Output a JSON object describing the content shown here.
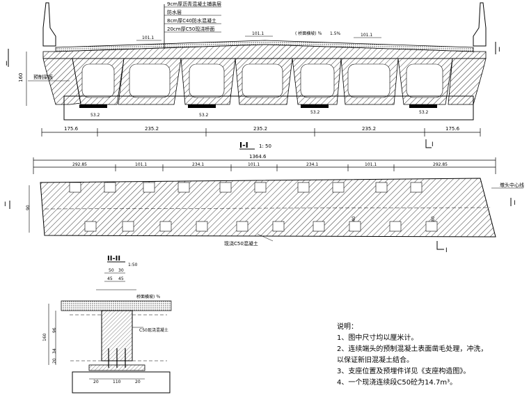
{
  "layers": {
    "l1": "9cm厚沥青混凝土铺装层",
    "l2": "防水层",
    "l3": "8cm厚C40防水混凝土",
    "l4": "20cm厚C50现浇桥面"
  },
  "section_view": {
    "dims_top": [
      "101.1",
      "101.1",
      "101.1"
    ],
    "slope_label": "( 桥面横坡) ％",
    "slope_value": "1.5%",
    "height_label": "160",
    "beam_label": "预制梁板",
    "bearing_dims": [
      "53.2",
      "53.2",
      "53.2",
      "53.2"
    ],
    "bottom_dims": [
      "175.6",
      "235.2",
      "235.2",
      "235.2",
      "175.6"
    ],
    "section_mark": "I",
    "title": "I-I",
    "scale": "1: 50"
  },
  "plan_view": {
    "total": "1364.6",
    "dims": [
      "292.85",
      "101.1",
      "234.1",
      "101.1",
      "234.1",
      "101.1",
      "292.85"
    ],
    "left_height": "90",
    "inner_dims": [
      "40",
      "80"
    ],
    "cast_label": "现浇C50混凝土",
    "pier_label": "墩头中心线",
    "section_mark": "I",
    "section_mark_2": "II"
  },
  "detail_view": {
    "title": "II-II",
    "scale": "1:50",
    "top_dims": [
      "50",
      "30",
      "45",
      "45"
    ],
    "slope_label": "桥面横坡) ％",
    "cast_label": "C50现浇混凝土",
    "height_dims": [
      "160",
      "96",
      "34",
      "20"
    ],
    "bottom_dims": [
      "20",
      "110",
      "20"
    ]
  },
  "notes": {
    "heading": "说明：",
    "items": [
      "1、图中尺寸均以厘米计。",
      "2、连续端头的预制混凝土表面凿毛处理，冲洗，",
      "    以保证新旧混凝土结合。",
      "3、支座位置及预埋件详见《支座构造图》。",
      "4、一个现浇连续段C50砼为14.7m³。"
    ]
  }
}
